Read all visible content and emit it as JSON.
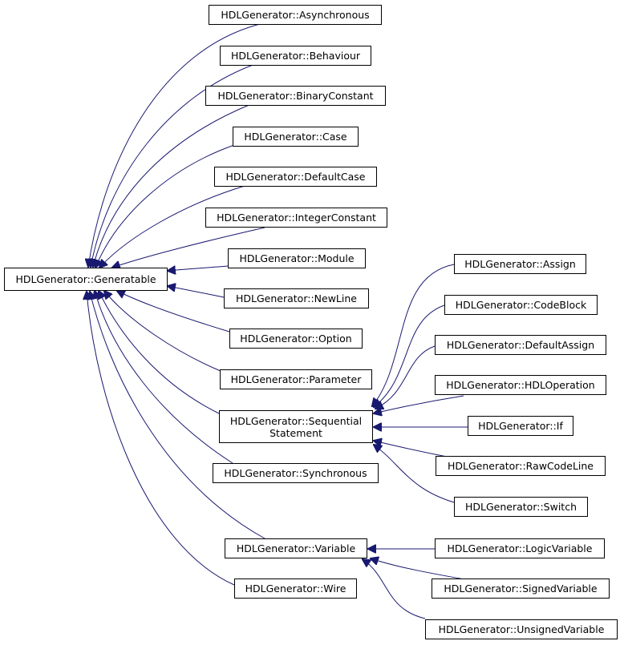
{
  "colors": {
    "edge": "#191970",
    "border": "#000000",
    "background": "#ffffff"
  },
  "nodes": {
    "generatable": "HDLGenerator::Generatable",
    "asynchronous": "HDLGenerator::Asynchronous",
    "behaviour": "HDLGenerator::Behaviour",
    "binary_constant": "HDLGenerator::BinaryConstant",
    "case": "HDLGenerator::Case",
    "default_case": "HDLGenerator::DefaultCase",
    "integer_constant": "HDLGenerator::IntegerConstant",
    "module": "HDLGenerator::Module",
    "new_line": "HDLGenerator::NewLine",
    "option": "HDLGenerator::Option",
    "parameter": "HDLGenerator::Parameter",
    "sequential_statement": {
      "line1": "HDLGenerator::Sequential",
      "line2": "Statement"
    },
    "synchronous": "HDLGenerator::Synchronous",
    "variable": "HDLGenerator::Variable",
    "wire": "HDLGenerator::Wire",
    "assign": "HDLGenerator::Assign",
    "code_block": "HDLGenerator::CodeBlock",
    "default_assign": "HDLGenerator::DefaultAssign",
    "hdl_operation": "HDLGenerator::HDLOperation",
    "if": "HDLGenerator::If",
    "raw_code_line": "HDLGenerator::RawCodeLine",
    "switch": "HDLGenerator::Switch",
    "logic_variable": "HDLGenerator::LogicVariable",
    "signed_variable": "HDLGenerator::SignedVariable",
    "unsigned_variable": "HDLGenerator::UnsignedVariable"
  }
}
